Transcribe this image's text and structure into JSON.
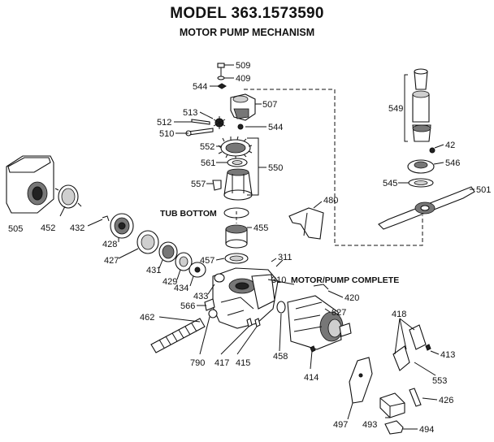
{
  "header": {
    "model_title": "MODEL 363.1573590",
    "subtitle": "MOTOR PUMP MECHANISM"
  },
  "notes": {
    "tub_bottom": "TUB BOTTOM",
    "motor_pump_complete": "MOTOR/PUMP COMPLETE"
  },
  "callouts": {
    "p509": "509",
    "p409": "409",
    "p544a": "544",
    "p507": "507",
    "p513": "513",
    "p512": "512",
    "p510": "510",
    "p544b": "544",
    "p552": "552",
    "p561": "561",
    "p550": "550",
    "p557": "557",
    "p549": "549",
    "p42": "42",
    "p546": "546",
    "p545": "545",
    "p501": "501",
    "p505": "505",
    "p452": "452",
    "p432": "432",
    "p428": "428",
    "p427": "427",
    "p431": "431",
    "p429": "429",
    "p434": "434",
    "p480": "480",
    "p455": "455",
    "p457": "457",
    "p311": "311",
    "p310": "310",
    "p433": "433",
    "p420": "420",
    "p566": "566",
    "p827": "827",
    "p462": "462",
    "p418": "418",
    "p413": "413",
    "p790": "790",
    "p417": "417",
    "p415": "415",
    "p458": "458",
    "p414": "414",
    "p553": "553",
    "p426": "426",
    "p497": "497",
    "p493": "493",
    "p494": "494"
  }
}
